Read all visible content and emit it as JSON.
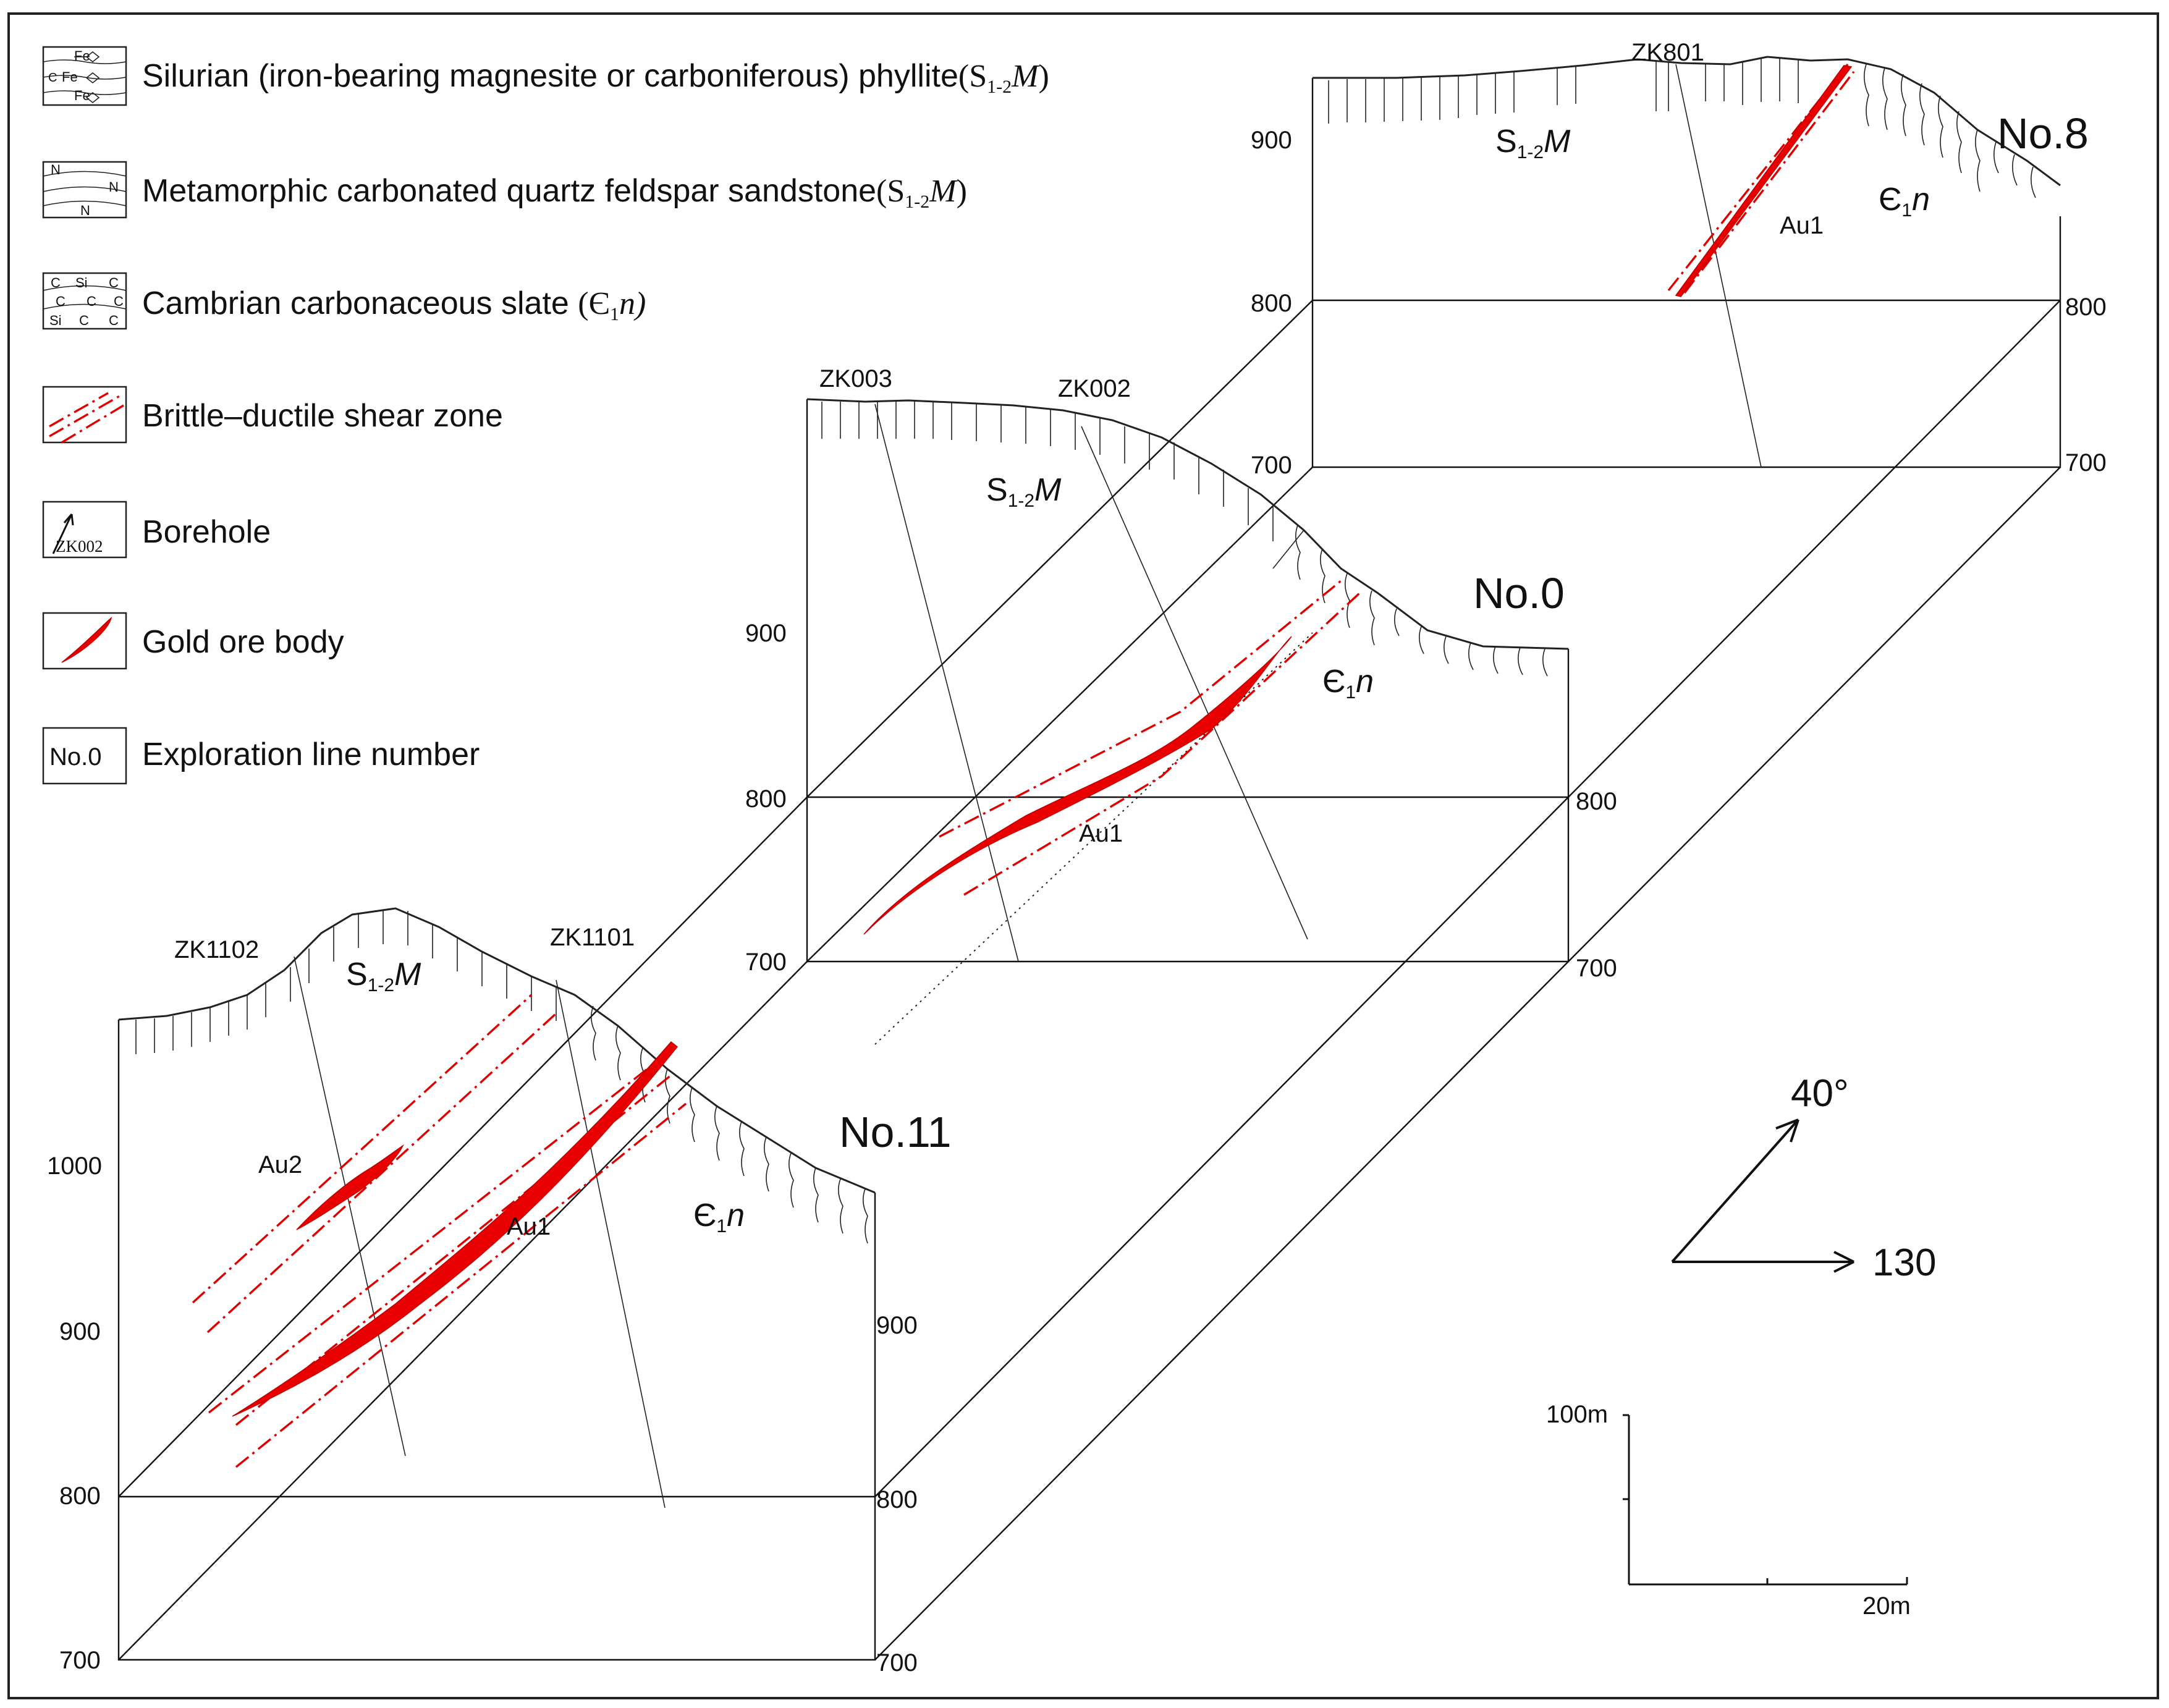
{
  "legend": [
    {
      "id": "phyllite",
      "text": "Silurian (iron-bearing magnesite or carboniferous) phyllite",
      "code_main": "S",
      "code_sub": "1-2",
      "code_end": "M",
      "code_pre": "("
    },
    {
      "id": "sandstone",
      "text": "Metamorphic carbonated quartz feldspar sandstone",
      "code_main": "S",
      "code_sub": "1-2",
      "code_end": "M",
      "code_pre": "("
    },
    {
      "id": "slate",
      "text": "Cambrian carbonaceous slate ",
      "code_main": "(Є",
      "code_sub": "1",
      "code_end": "n)",
      "code_pre": ""
    },
    {
      "id": "shear",
      "text": "Brittle–ductile shear zone"
    },
    {
      "id": "borehole",
      "text": "Borehole",
      "swatch_label": "ZK002"
    },
    {
      "id": "ore",
      "text": "Gold ore body"
    },
    {
      "id": "lineno",
      "text": "Exploration  line number",
      "swatch_label": "No.0"
    }
  ],
  "legend_symbols": {
    "fe": "Fe",
    "c": "C",
    "si": "Si",
    "n": "N"
  },
  "sections": {
    "no11": {
      "name": "No.11",
      "elevations": {
        "left": [
          "1000",
          "900",
          "800",
          "700"
        ],
        "right": [
          "900",
          "800",
          "700"
        ]
      },
      "boreholes": [
        "ZK1102",
        "ZK1101"
      ],
      "ore_bodies": [
        "Au1",
        "Au2"
      ],
      "units": {
        "upper": {
          "main": "S",
          "sub": "1-2",
          "end": "M"
        },
        "lower": {
          "main": "Є",
          "sub": "1",
          "end": "n"
        }
      }
    },
    "no0": {
      "name": "No.0",
      "elevations": {
        "left": [
          "900",
          "800",
          "700"
        ],
        "right": [
          "800",
          "700"
        ]
      },
      "boreholes": [
        "ZK003",
        "ZK002"
      ],
      "ore_bodies": [
        "Au1"
      ],
      "units": {
        "upper": {
          "main": "S",
          "sub": "1-2",
          "end": "M"
        },
        "lower": {
          "main": "Є",
          "sub": "1",
          "end": "n"
        }
      }
    },
    "no8": {
      "name": "No.8",
      "elevations": {
        "left": [
          "900",
          "800",
          "700"
        ],
        "right": [
          "800",
          "700"
        ]
      },
      "boreholes": [
        "ZK801"
      ],
      "ore_bodies": [
        "Au1"
      ],
      "units": {
        "upper": {
          "main": "S",
          "sub": "1-2",
          "end": "M"
        },
        "lower": {
          "main": "Є",
          "sub": "1",
          "end": "n"
        }
      }
    }
  },
  "orientation": {
    "north": "40°",
    "east": "130"
  },
  "scale": {
    "vertical": "100m",
    "horizontal": "20m"
  },
  "colors": {
    "ore": "#e80000",
    "shear": "#e00000",
    "line": "#111111"
  }
}
